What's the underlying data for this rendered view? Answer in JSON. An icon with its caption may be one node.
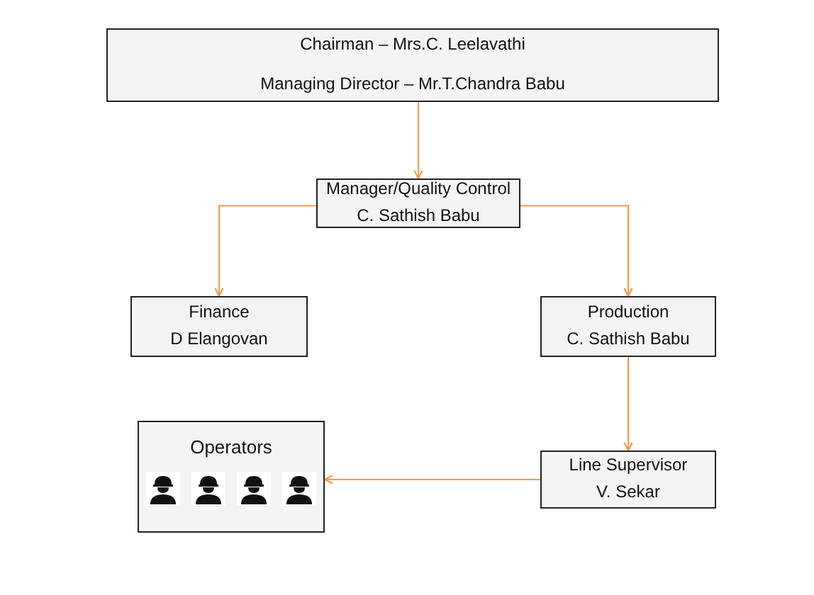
{
  "diagram": {
    "nodes": [
      {
        "text": [
          "Chairman – Mrs.C. Leelavathi",
          "Managing Director – Mr.T.Chandra Babu"
        ]
      },
      {
        "text": [
          "Manager/Quality Control",
          "C. Sathish Babu"
        ]
      },
      {
        "text": [
          "Finance",
          "D Elangovan"
        ]
      },
      {
        "text": [
          "Production",
          "C. Sathish Babu"
        ]
      },
      {
        "text": [
          "Line Supervisor",
          "V. Sekar"
        ]
      },
      {
        "text": [
          "Operators"
        ]
      }
    ],
    "edges": [
      {
        "from": 0,
        "to": 1,
        "arrow": "to"
      },
      {
        "from": 1,
        "to": 2,
        "arrow": "to"
      },
      {
        "from": 1,
        "to": 3,
        "arrow": "to"
      },
      {
        "from": 3,
        "to": 4,
        "arrow": "to"
      },
      {
        "from": 4,
        "to": 5,
        "arrow": "to"
      }
    ]
  }
}
